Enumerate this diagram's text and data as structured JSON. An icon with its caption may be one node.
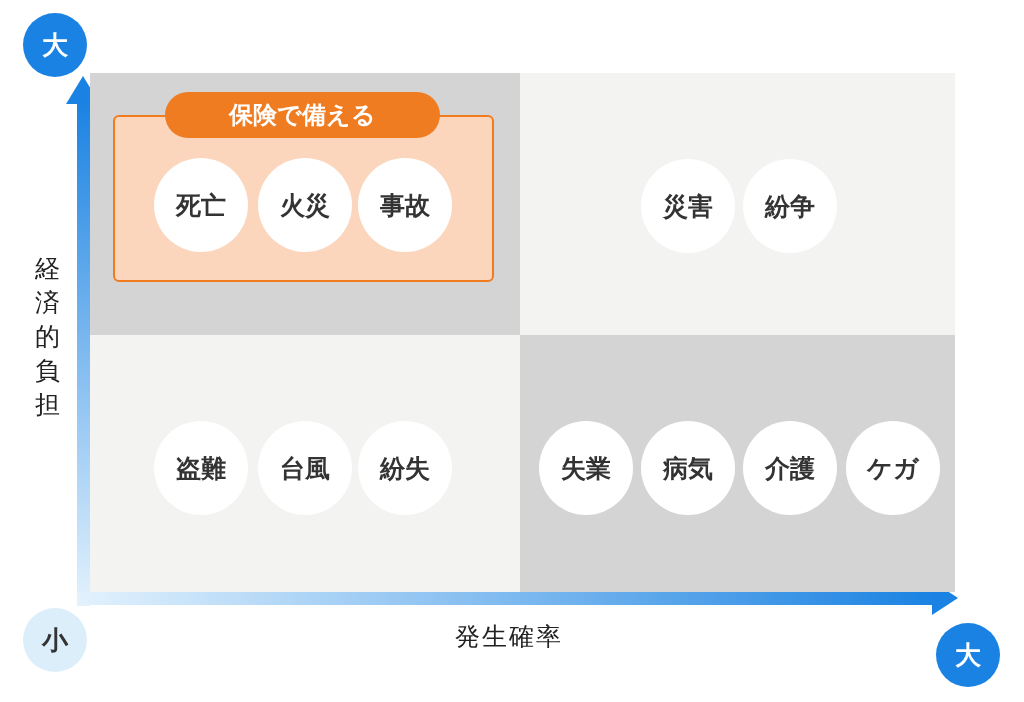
{
  "diagram": {
    "nodes": [
      {
        "text": [],
        "shape": "box"
      },
      {
        "text": [
          "保険で備える"
        ],
        "in": 0
      },
      {
        "text": [
          "死亡"
        ],
        "in": 1
      },
      {
        "text": [
          "火災"
        ],
        "in": 1
      },
      {
        "text": [
          "事故"
        ],
        "in": 1
      },
      {
        "text": [],
        "shape": "box"
      },
      {
        "text": [
          "災害"
        ],
        "in": 5
      },
      {
        "text": [
          "紛争"
        ],
        "in": 5
      },
      {
        "text": [],
        "shape": "box"
      },
      {
        "text": [
          "盗難"
        ],
        "in": 8
      },
      {
        "text": [
          "台風"
        ],
        "in": 8
      },
      {
        "text": [
          "紛失"
        ],
        "in": 8
      },
      {
        "text": [],
        "shape": "box"
      },
      {
        "text": [
          "失業"
        ],
        "in": 12
      },
      {
        "text": [
          "病気"
        ],
        "in": 12
      },
      {
        "text": [
          "介護"
        ],
        "in": 12
      },
      {
        "text": [
          "ケガ"
        ],
        "in": 12
      }
    ],
    "edges": [],
    "labels": [
      "大",
      "経済的負担",
      "小",
      "発生確率",
      "大"
    ]
  }
}
